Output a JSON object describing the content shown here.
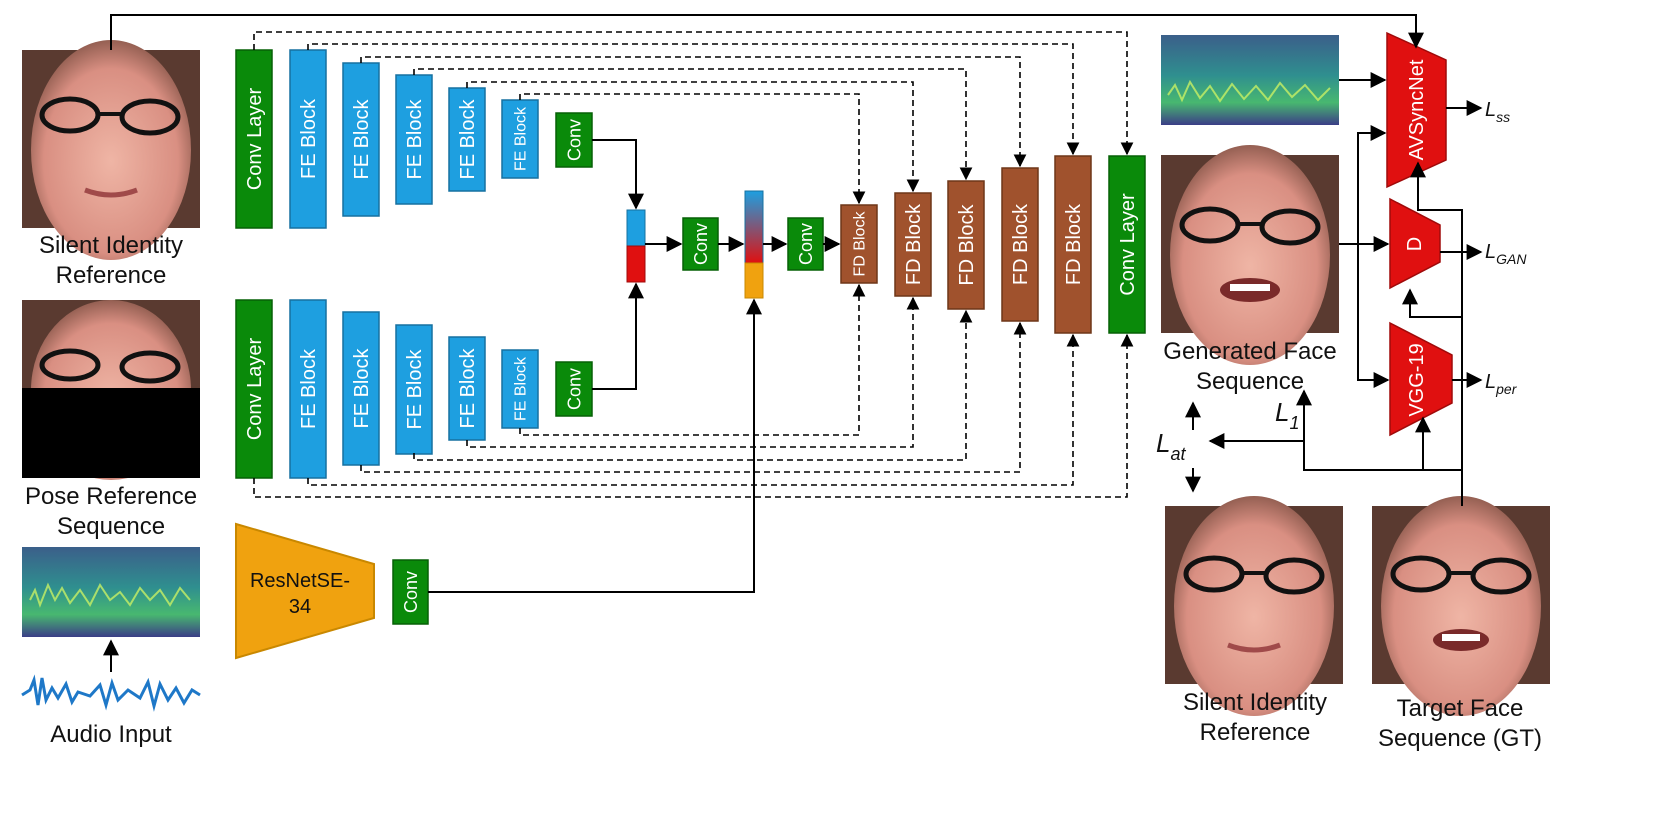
{
  "inputs": {
    "silent_identity_reference": "Silent Identity Reference",
    "pose_reference_sequence": "Pose Reference Sequence",
    "audio_input": "Audio Input"
  },
  "encoder_identity": {
    "conv_layer": "Conv Layer",
    "fe_blocks": [
      "FE Block",
      "FE Block",
      "FE Block",
      "FE Block",
      "FE Block"
    ],
    "conv": "Conv"
  },
  "encoder_pose": {
    "conv_layer": "Conv Layer",
    "fe_blocks": [
      "FE Block",
      "FE Block",
      "FE Block",
      "FE Block",
      "FE Block"
    ],
    "conv": "Conv"
  },
  "audio_encoder": {
    "name": "ResNetSE-34",
    "line1": "ResNetSE-",
    "line2": "34",
    "conv": "Conv"
  },
  "fusion": {
    "conv1": "Conv",
    "conv2": "Conv"
  },
  "decoder": {
    "fd_blocks": [
      "FD Block",
      "FD Block",
      "FD Block",
      "FD Block",
      "FD Block"
    ],
    "conv_layer": "Conv Layer"
  },
  "outputs": {
    "generated_face_sequence": "Generated Face Sequence",
    "silent_identity_reference": "Silent Identity Reference",
    "target_face_sequence": "Target Face Sequence (GT)"
  },
  "networks": {
    "avsyncnet": "AVSyncNet",
    "discriminator": "D",
    "vgg": "VGG-19"
  },
  "losses": {
    "ss": {
      "main": "L",
      "sub": "ss"
    },
    "gan": {
      "main": "L",
      "sub": "GAN"
    },
    "per": {
      "main": "L",
      "sub": "per"
    },
    "l1": {
      "main": "L",
      "sub": "1"
    },
    "at": {
      "main": "L",
      "sub": "at"
    }
  },
  "colors": {
    "fe_block": "#1e9fe0",
    "conv_green": "#0a8a0a",
    "fd_block": "#a0522d",
    "audio_encoder": "#f0a20f",
    "loss_net_red": "#e01010"
  }
}
